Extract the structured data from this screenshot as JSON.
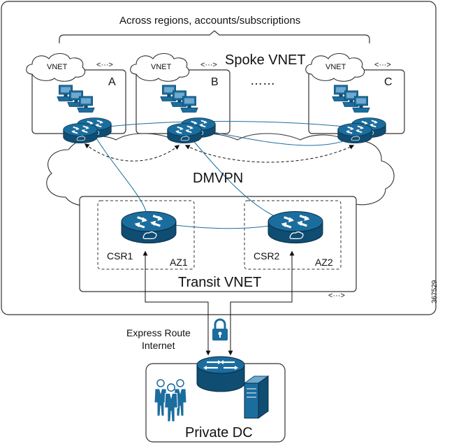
{
  "header": {
    "span_label": "Across regions, accounts/subscriptions"
  },
  "spoke": {
    "title": "Spoke VNET",
    "ellipsis": "……",
    "cloud_label": "VNET",
    "peering_symbol": "<···>",
    "letters": [
      "A",
      "B",
      "C"
    ]
  },
  "overlay": {
    "label": "DMVPN"
  },
  "transit": {
    "title": "Transit VNET",
    "peering_symbol": "<···>",
    "routers": [
      {
        "name": "CSR1",
        "zone": "AZ1"
      },
      {
        "name": "CSR2",
        "zone": "AZ2"
      }
    ]
  },
  "links": {
    "line1": "Express Route",
    "line2": "Internet"
  },
  "datacenter": {
    "title": "Private DC"
  },
  "figure_id": "367529",
  "colors": {
    "router_blue": "#1b6d9e",
    "router_blue_dark": "#0f4d73",
    "server_blue": "#1b6d9e"
  }
}
